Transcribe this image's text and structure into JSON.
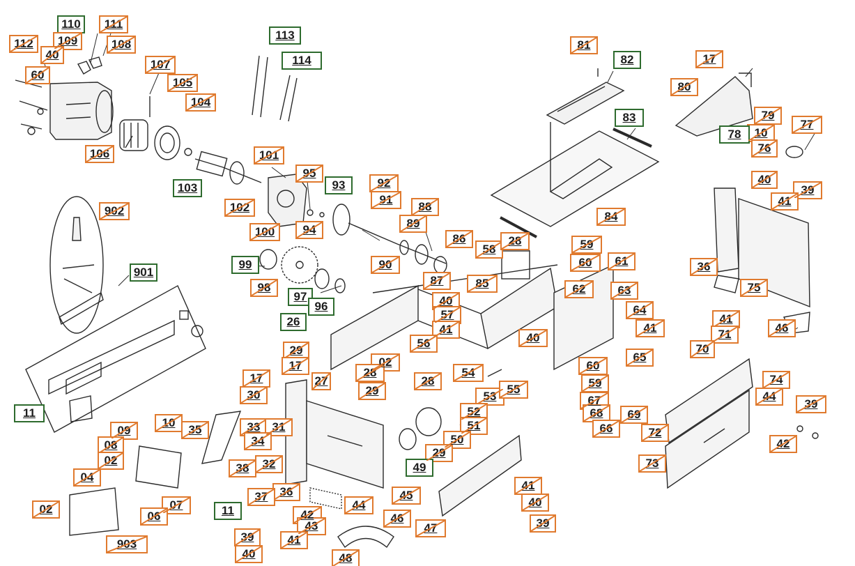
{
  "colors": {
    "available": "#2e6b2e",
    "unavailable": "#e07a2e",
    "line": "#2a2a2a"
  },
  "labels": [
    {
      "text": "112",
      "status": "unavailable"
    },
    {
      "text": "110",
      "status": "available"
    },
    {
      "text": "109",
      "status": "unavailable"
    },
    {
      "text": "111",
      "status": "unavailable"
    },
    {
      "text": "108",
      "status": "unavailable"
    },
    {
      "text": "40",
      "status": "unavailable"
    },
    {
      "text": "60",
      "status": "unavailable"
    },
    {
      "text": "107",
      "status": "unavailable"
    },
    {
      "text": "105",
      "status": "unavailable"
    },
    {
      "text": "104",
      "status": "unavailable"
    },
    {
      "text": "106",
      "status": "unavailable"
    },
    {
      "text": "113",
      "status": "available"
    },
    {
      "text": "114",
      "status": "available"
    },
    {
      "text": "81",
      "status": "unavailable"
    },
    {
      "text": "82",
      "status": "available"
    },
    {
      "text": "83",
      "status": "available"
    },
    {
      "text": "84",
      "status": "unavailable"
    },
    {
      "text": "17",
      "status": "unavailable"
    },
    {
      "text": "80",
      "status": "unavailable"
    },
    {
      "text": "79",
      "status": "unavailable"
    },
    {
      "text": "10",
      "status": "unavailable"
    },
    {
      "text": "78",
      "status": "available"
    },
    {
      "text": "77",
      "status": "unavailable"
    },
    {
      "text": "76",
      "status": "unavailable"
    },
    {
      "text": "40",
      "status": "unavailable"
    },
    {
      "text": "39",
      "status": "unavailable"
    },
    {
      "text": "41",
      "status": "unavailable"
    },
    {
      "text": "101",
      "status": "unavailable"
    },
    {
      "text": "95",
      "status": "unavailable"
    },
    {
      "text": "93",
      "status": "available"
    },
    {
      "text": "92",
      "status": "unavailable"
    },
    {
      "text": "91",
      "status": "unavailable"
    },
    {
      "text": "88",
      "status": "unavailable"
    },
    {
      "text": "89",
      "status": "unavailable"
    },
    {
      "text": "103",
      "status": "available"
    },
    {
      "text": "102",
      "status": "unavailable"
    },
    {
      "text": "100",
      "status": "unavailable"
    },
    {
      "text": "94",
      "status": "unavailable"
    },
    {
      "text": "86",
      "status": "unavailable"
    },
    {
      "text": "58",
      "status": "unavailable"
    },
    {
      "text": "28",
      "status": "unavailable"
    },
    {
      "text": "59",
      "status": "unavailable"
    },
    {
      "text": "60",
      "status": "unavailable"
    },
    {
      "text": "61",
      "status": "unavailable"
    },
    {
      "text": "902",
      "status": "unavailable"
    },
    {
      "text": "99",
      "status": "available"
    },
    {
      "text": "90",
      "status": "unavailable"
    },
    {
      "text": "87",
      "status": "unavailable"
    },
    {
      "text": "85",
      "status": "unavailable"
    },
    {
      "text": "98",
      "status": "unavailable"
    },
    {
      "text": "97",
      "status": "available"
    },
    {
      "text": "96",
      "status": "available"
    },
    {
      "text": "901",
      "status": "available"
    },
    {
      "text": "36",
      "status": "unavailable"
    },
    {
      "text": "75",
      "status": "unavailable"
    },
    {
      "text": "62",
      "status": "unavailable"
    },
    {
      "text": "63",
      "status": "unavailable"
    },
    {
      "text": "40",
      "status": "unavailable"
    },
    {
      "text": "64",
      "status": "unavailable"
    },
    {
      "text": "26",
      "status": "available"
    },
    {
      "text": "57",
      "status": "unavailable"
    },
    {
      "text": "41",
      "status": "unavailable"
    },
    {
      "text": "41",
      "status": "unavailable"
    },
    {
      "text": "46",
      "status": "unavailable"
    },
    {
      "text": "40",
      "status": "unavailable"
    },
    {
      "text": "56",
      "status": "unavailable"
    },
    {
      "text": "41",
      "status": "unavailable"
    },
    {
      "text": "71",
      "status": "unavailable"
    },
    {
      "text": "29",
      "status": "unavailable"
    },
    {
      "text": "17",
      "status": "unavailable"
    },
    {
      "text": "02",
      "status": "unavailable"
    },
    {
      "text": "70",
      "status": "unavailable"
    },
    {
      "text": "60",
      "status": "unavailable"
    },
    {
      "text": "65",
      "status": "unavailable"
    },
    {
      "text": "27",
      "status": "unavailable"
    },
    {
      "text": "28",
      "status": "unavailable"
    },
    {
      "text": "28",
      "status": "unavailable"
    },
    {
      "text": "54",
      "status": "unavailable"
    },
    {
      "text": "17",
      "status": "unavailable"
    },
    {
      "text": "59",
      "status": "unavailable"
    },
    {
      "text": "74",
      "status": "unavailable"
    },
    {
      "text": "30",
      "status": "unavailable"
    },
    {
      "text": "29",
      "status": "unavailable"
    },
    {
      "text": "53",
      "status": "unavailable"
    },
    {
      "text": "55",
      "status": "unavailable"
    },
    {
      "text": "67",
      "status": "unavailable"
    },
    {
      "text": "44",
      "status": "unavailable"
    },
    {
      "text": "11",
      "status": "available"
    },
    {
      "text": "52",
      "status": "unavailable"
    },
    {
      "text": "68",
      "status": "unavailable"
    },
    {
      "text": "69",
      "status": "unavailable"
    },
    {
      "text": "39",
      "status": "unavailable"
    },
    {
      "text": "09",
      "status": "unavailable"
    },
    {
      "text": "10",
      "status": "unavailable"
    },
    {
      "text": "35",
      "status": "unavailable"
    },
    {
      "text": "33",
      "status": "unavailable"
    },
    {
      "text": "31",
      "status": "unavailable"
    },
    {
      "text": "51",
      "status": "unavailable"
    },
    {
      "text": "66",
      "status": "unavailable"
    },
    {
      "text": "72",
      "status": "unavailable"
    },
    {
      "text": "08",
      "status": "unavailable"
    },
    {
      "text": "34",
      "status": "unavailable"
    },
    {
      "text": "50",
      "status": "unavailable"
    },
    {
      "text": "42",
      "status": "unavailable"
    },
    {
      "text": "02",
      "status": "unavailable"
    },
    {
      "text": "32",
      "status": "unavailable"
    },
    {
      "text": "29",
      "status": "unavailable"
    },
    {
      "text": "38",
      "status": "unavailable"
    },
    {
      "text": "49",
      "status": "available"
    },
    {
      "text": "73",
      "status": "unavailable"
    },
    {
      "text": "04",
      "status": "unavailable"
    },
    {
      "text": "41",
      "status": "unavailable"
    },
    {
      "text": "36",
      "status": "unavailable"
    },
    {
      "text": "37",
      "status": "unavailable"
    },
    {
      "text": "45",
      "status": "unavailable"
    },
    {
      "text": "40",
      "status": "unavailable"
    },
    {
      "text": "07",
      "status": "unavailable"
    },
    {
      "text": "02",
      "status": "unavailable"
    },
    {
      "text": "11",
      "status": "available"
    },
    {
      "text": "44",
      "status": "unavailable"
    },
    {
      "text": "06",
      "status": "unavailable"
    },
    {
      "text": "42",
      "status": "unavailable"
    },
    {
      "text": "46",
      "status": "unavailable"
    },
    {
      "text": "39",
      "status": "unavailable"
    },
    {
      "text": "43",
      "status": "unavailable"
    },
    {
      "text": "47",
      "status": "unavailable"
    },
    {
      "text": "39",
      "status": "unavailable"
    },
    {
      "text": "41",
      "status": "unavailable"
    },
    {
      "text": "903",
      "status": "unavailable"
    },
    {
      "text": "40",
      "status": "unavailable"
    },
    {
      "text": "48",
      "status": "unavailable"
    }
  ]
}
